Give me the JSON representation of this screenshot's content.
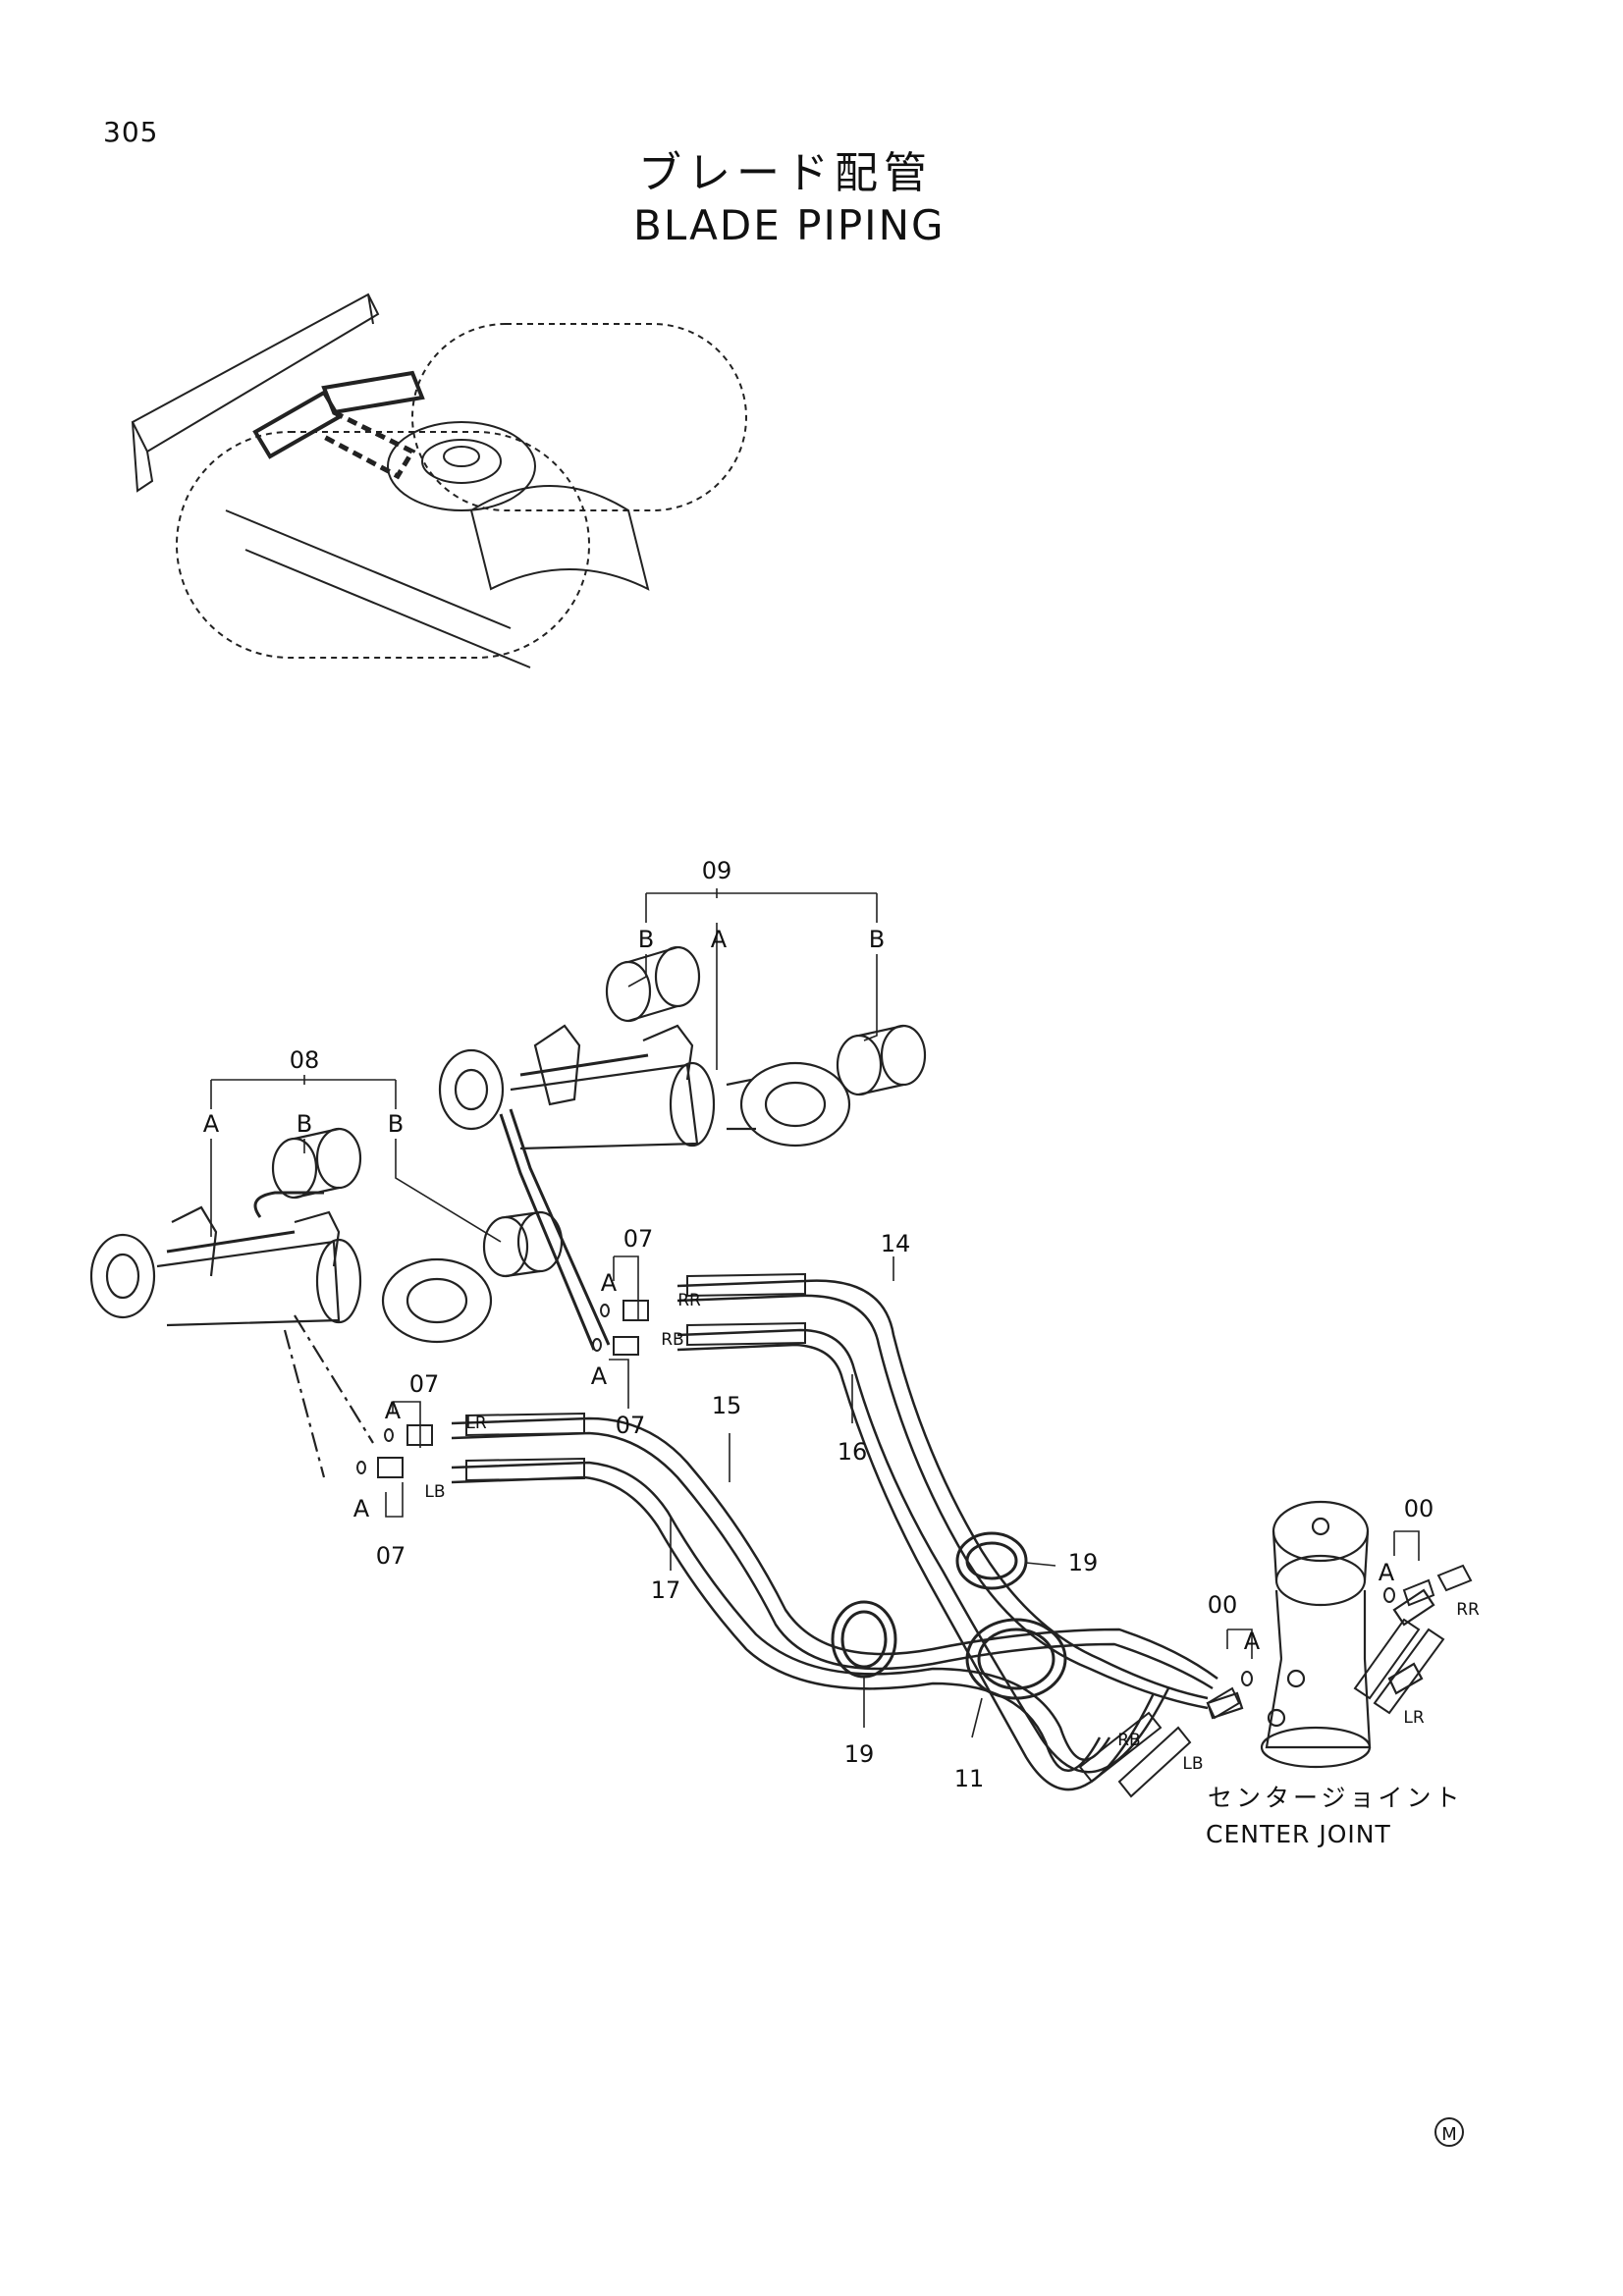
{
  "page": {
    "number": "305",
    "title_jp": "ブレード配管",
    "title_en": "BLADE PIPING",
    "mark": "M"
  },
  "callouts": {
    "p09": "09",
    "p08": "08",
    "p07": "07",
    "p14": "14",
    "p15": "15",
    "p16": "16",
    "p17": "17",
    "p19": "19",
    "p11": "11",
    "p00": "00",
    "a": "A",
    "b": "B"
  },
  "ports": {
    "rr": "RR",
    "rb": "RB",
    "lr": "LR",
    "lb": "LB"
  },
  "center_joint": {
    "label_jp": "センタージョイント",
    "label_en": "CENTER JOINT"
  }
}
